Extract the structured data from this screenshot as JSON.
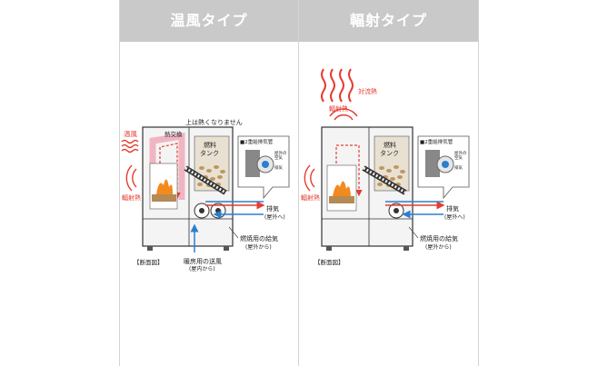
{
  "left": {
    "title": "温風タイプ",
    "top_note": "上は熱くなりません",
    "warm_air": "温風",
    "radiant_heat": "輻射熱",
    "heat_exchanger": "熱交換",
    "fuel_tank": "燃料\nタンク",
    "pipe_title": "■2重給排気管",
    "pipe_outdoor_air": "屋外の\n空気",
    "pipe_exhaust": "排気",
    "exhaust": "排気",
    "exhaust_sub": "(屋外へ)",
    "combustion_air": "燃焼用の給気",
    "combustion_air_sub": "(屋外から)",
    "heating_air": "暖房用の送風",
    "heating_air_sub": "(屋内から)",
    "section": "【断面図】"
  },
  "right": {
    "title": "輻射タイプ",
    "convection_heat": "対流熱",
    "radiant_heat_top": "輻射熱",
    "radiant_heat_side": "輻射熱",
    "fuel_tank": "燃料\nタンク",
    "pipe_title": "■2重給排気管",
    "pipe_outdoor_air": "屋外の\n空気",
    "pipe_exhaust": "排気",
    "exhaust": "排気",
    "exhaust_sub": "(屋外へ)",
    "combustion_air": "燃焼用の給気",
    "combustion_air_sub": "(屋外から)",
    "section": "【断面図】"
  },
  "colors": {
    "red": "#e63c2f",
    "blue": "#2a7fcf",
    "header": "#c9c9c9",
    "pink": "#f0b5c2"
  }
}
